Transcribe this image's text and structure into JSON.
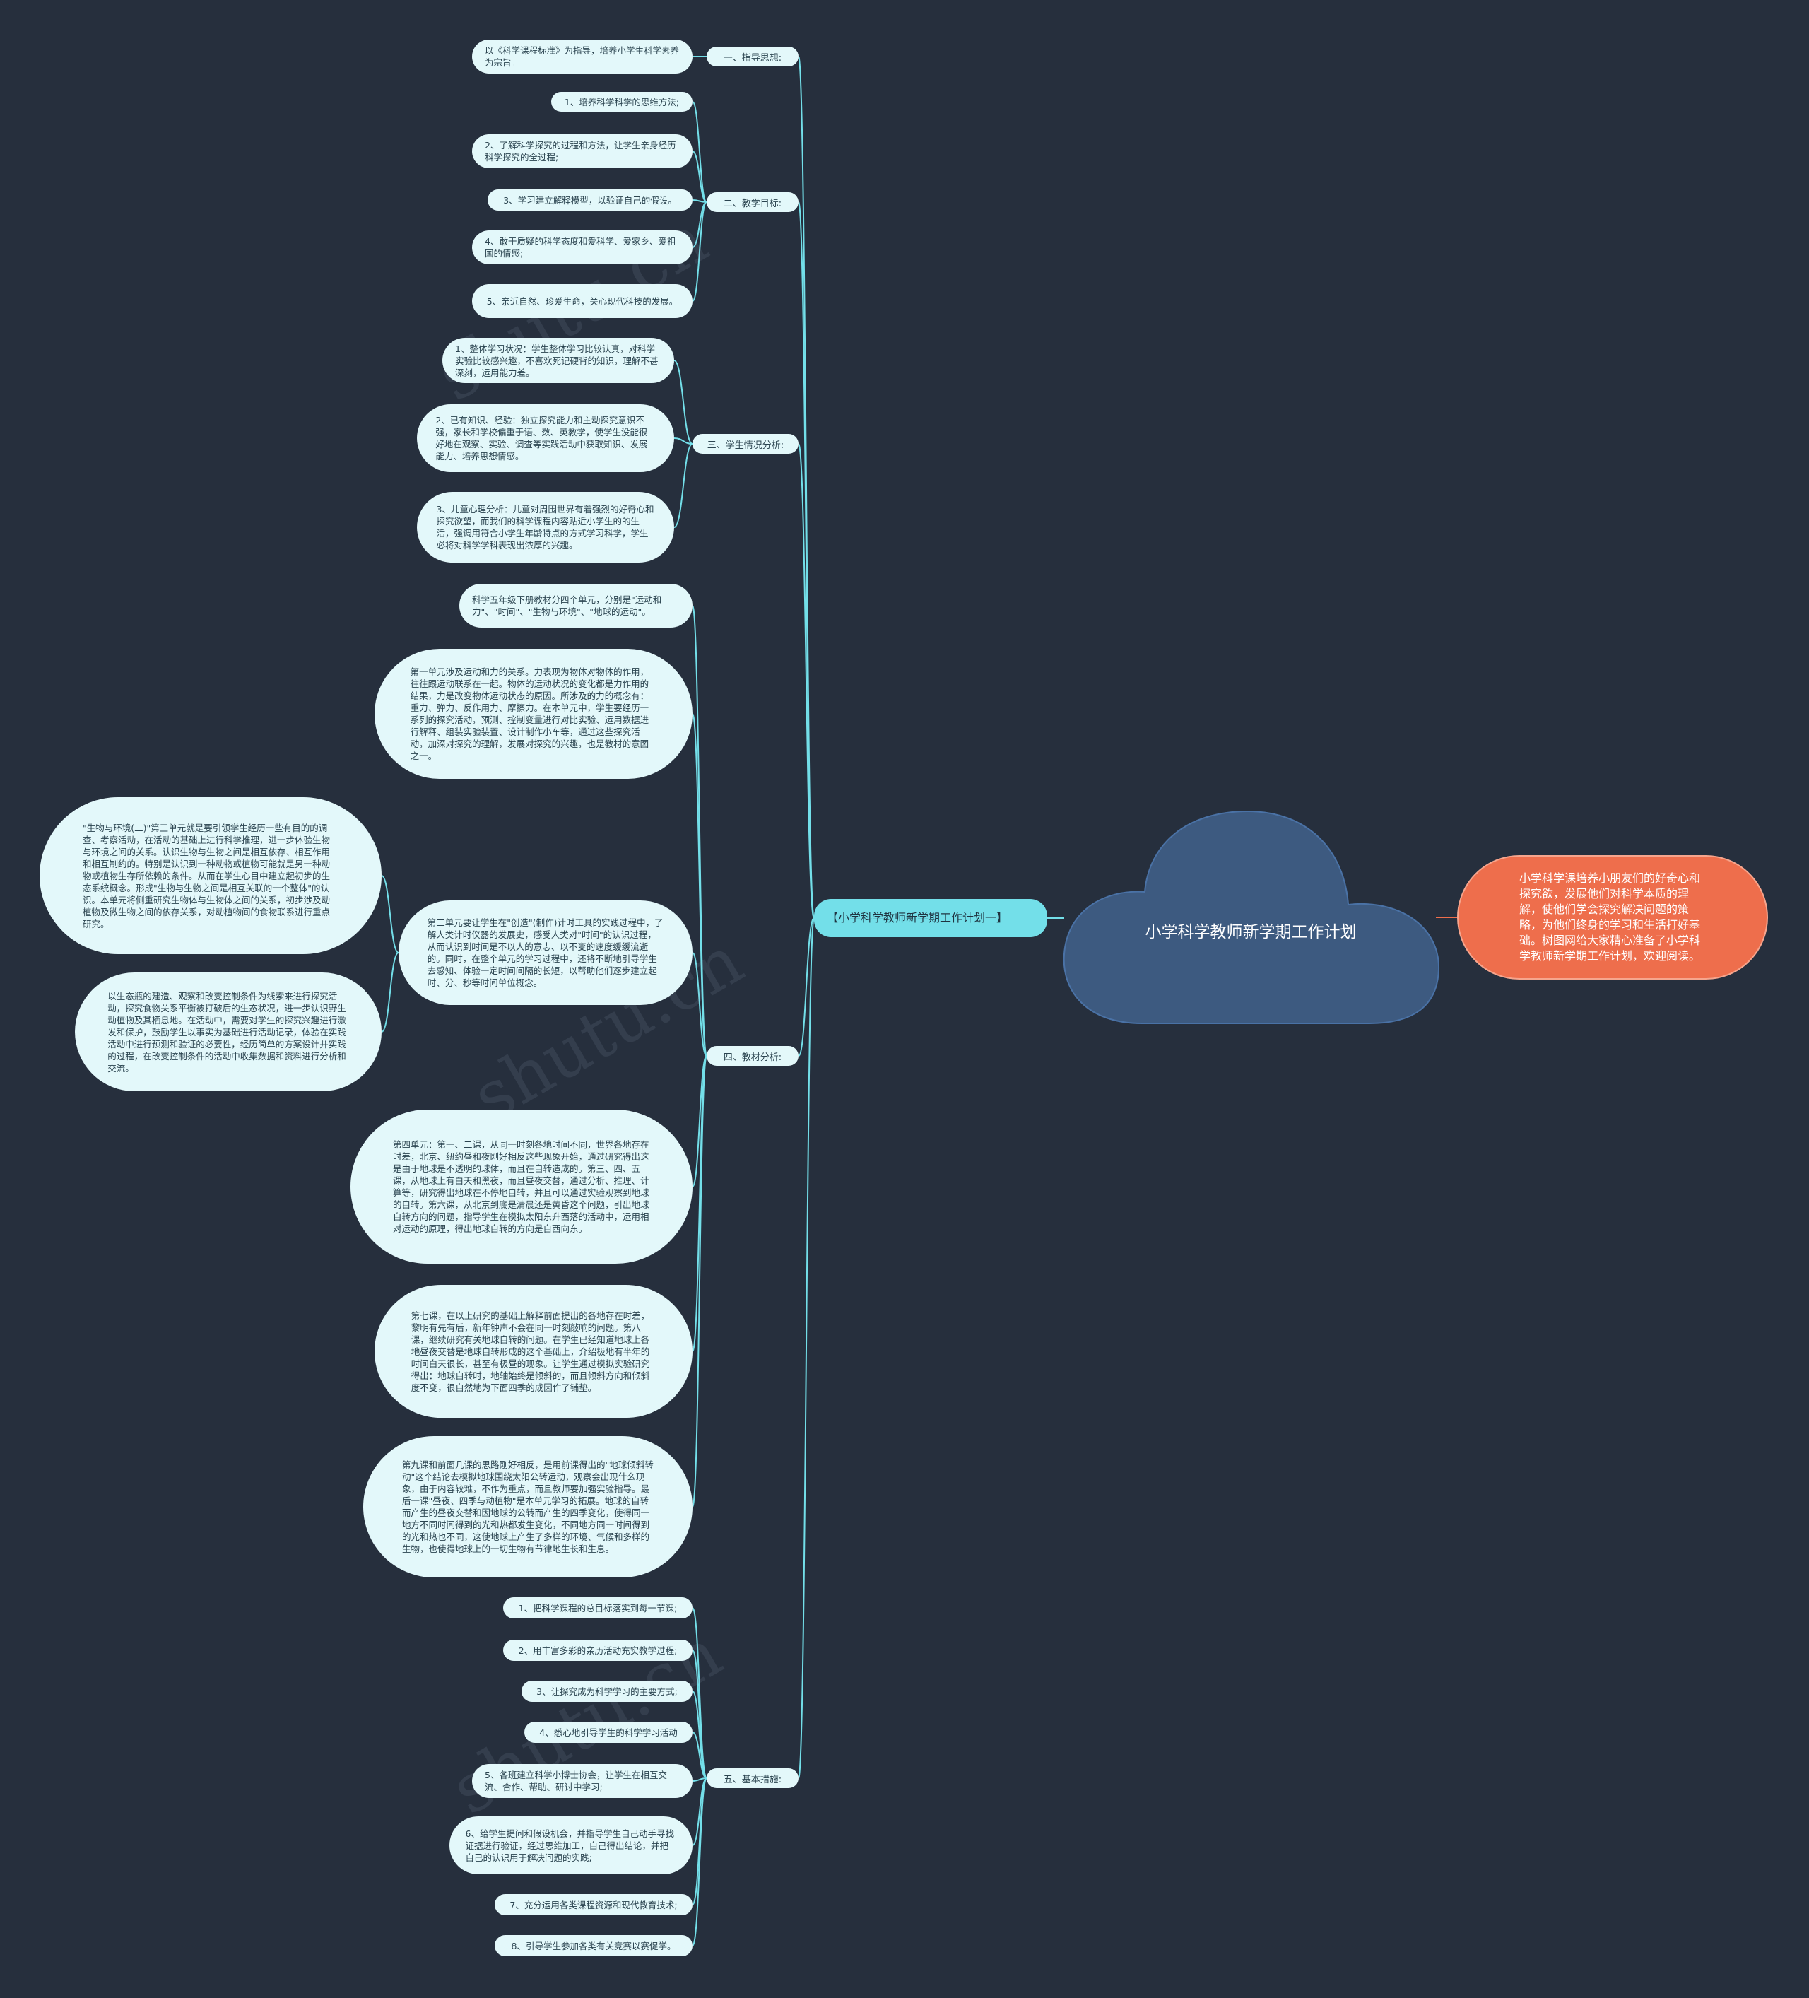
{
  "center": {
    "title": "小学科学教师新学期工作计划"
  },
  "intro": "小学科学课培养小朋友们的好奇心和探究欲，发展他们对科学本质的理解，使他们学会探究解决问题的策略，为他们终身的学习和生活打好基础。树图网给大家精心准备了小学科学教师新学期工作计划，欢迎阅读。",
  "hub": "【小学科学教师新学期工作计划一】",
  "branches": [
    {
      "label": "一、指导思想:",
      "leaves": [
        "以《科学课程标准》为指导，培养小学生科学素养为宗旨。"
      ]
    },
    {
      "label": "二、教学目标:",
      "leaves": [
        "1、培养科学科学的思维方法;",
        "2、了解科学探究的过程和方法，让学生亲身经历科学探究的全过程;",
        "3、学习建立解释模型，以验证自己的假设。",
        "4、敢于质疑的科学态度和爱科学、爱家乡、爱祖国的情感;",
        "5、亲近自然、珍爱生命，关心现代科技的发展。"
      ]
    },
    {
      "label": "三、学生情况分析:",
      "leaves": [
        "1、整体学习状况：学生整体学习比较认真，对科学实验比较感兴趣，不喜欢死记硬背的知识，理解不甚深刻，运用能力差。",
        "2、已有知识、经验：独立探究能力和主动探究意识不强，家长和学校偏重于语、数、英教学，使学生没能很好地在观察、实验、调查等实践活动中获取知识、发展能力、培养思想情感。",
        "3、儿童心理分析：儿童对周围世界有着强烈的好奇心和探究欲望，而我们的科学课程内容贴近小学生的的生活，强调用符合小学生年龄特点的方式学习科学，学生必将对科学学科表现出浓厚的兴趣。"
      ]
    },
    {
      "label": "四、教材分析:",
      "leaves": [
        "科学五年级下册教材分四个单元，分别是\"运动和力\"、\"时间\"、\"生物与环境\"、\"地球的运动\"。",
        "第一单元涉及运动和力的关系。力表现为物体对物体的作用，往往跟运动联系在一起。物体的运动状况的变化都是力作用的结果，力是改变物体运动状态的原因。所涉及的力的概念有：重力、弹力、反作用力、摩擦力。在本单元中，学生要经历一系列的探究活动，预测、控制变量进行对比实验、运用数据进行解释、组装实验装置、设计制作小车等，通过这些探究活动，加深对探究的理解，发展对探究的兴趣，也是教材的意图之一。",
        "第二单元要让学生在\"创造\"(制作)计时工具的实践过程中，了解人类计时仪器的发展史，感受人类对\"时间\"的认识过程，从而认识到时间是不以人的意志、以不变的速度缓缓流逝的。同时，在整个单元的学习过程中，还将不断地引导学生去感知、体验一定时间间隔的长短，以帮助他们逐步建立起时、分、秒等时间单位概念。",
        "第四单元：第一、二课，从同一时刻各地时间不同，世界各地存在时差，北京、纽约昼和夜刚好相反这些现象开始，通过研究得出这是由于地球是不透明的球体，而且在自转造成的。第三、四、五课，从地球上有白天和黑夜，而且昼夜交替，通过分析、推理、计算等，研究得出地球在不停地自转，并且可以通过实验观察到地球的自转。第六课，从北京到底是清晨还是黄昏这个问题，引出地球自转方向的问题，指导学生在模拟太阳东升西落的活动中，运用相对运动的原理，得出地球自转的方向是自西向东。",
        "第七课，在以上研究的基础上解释前面提出的各地存在时差，黎明有先有后，新年钟声不会在同一时刻敲响的问题。第八课，继续研究有关地球自转的问题。在学生已经知道地球上各地昼夜交替是地球自转形成的这个基础上，介绍极地有半年的时间白天很长，甚至有极昼的现象。让学生通过模拟实验研究得出：地球自转时，地轴始终是倾斜的，而且倾斜方向和倾斜度不变，很自然地为下面四季的成因作了铺垫。",
        "第九课和前面几课的思路刚好相反，是用前课得出的\"地球倾斜转动\"这个结论去模拟地球围绕太阳公转运动，观察会出现什么现象，由于内容较难，不作为重点，而且教师要加强实验指导。最后一课\"昼夜、四季与动植物\"是本单元学习的拓展。地球的自转而产生的昼夜交替和因地球的公转而产生的四季变化，使得同一地方不同时间得到的光和热都发生变化，不同地方同一时间得到的光和热也不同，这使地球上产生了多样的环境、气候和多样的生物，也使得地球上的一切生物有节律地生长和生息。"
      ],
      "subleaves": [
        "\"生物与环境(二)\"第三单元就是要引领学生经历一些有目的的调查、考察活动，在活动的基础上进行科学推理，进一步体验生物与环境之间的关系。认识生物与生物之间是相互依存、相互作用和相互制约的。特别是认识到一种动物或植物可能就是另一种动物或植物生存所依赖的条件。从而在学生心目中建立起初步的生态系统概念。形成\"生物与生物之间是相互关联的一个整体\"的认识。本单元将侧重研究生物体与生物体之间的关系，初步涉及动植物及微生物之间的依存关系，对动植物间的食物联系进行重点研究。",
        "以生态瓶的建造、观察和改变控制条件为线索来进行探究活动，探究食物关系平衡被打破后的生态状况，进一步认识野生动植物及其栖息地。在活动中，需要对学生的探究兴趣进行激发和保护，鼓励学生以事实为基础进行活动记录，体验在实践活动中进行预测和验证的必要性，经历简单的方案设计并实践的过程，在改变控制条件的活动中收集数据和资料进行分析和交流。"
      ]
    },
    {
      "label": "五、基本措施:",
      "leaves": [
        "1、把科学课程的总目标落实到每一节课;",
        "2、用丰富多彩的亲历活动充实教学过程;",
        "3、让探究成为科学学习的主要方式;",
        "4、悉心地引导学生的科学学习活动",
        "5、各班建立科学小博士协会，让学生在相互交流、合作、帮助、研讨中学习;",
        "6、给学生提问和假设机会，并指导学生自己动手寻找证据进行验证，经过思维加工，自己得出结论，并把自己的认识用于解决问题的实践;",
        "7、充分运用各类课程资源和现代教育技术;",
        "8、引导学生参加各类有关竞赛以赛促学。"
      ]
    }
  ],
  "colors": {
    "background": "#262f3d",
    "cloud": "#3d5a80",
    "hub": "#73dfe9",
    "leaf": "#e3f8fa",
    "intro": "#ee6e4c",
    "link": "#73dfe9",
    "intro_link": "#ee6e4c"
  }
}
